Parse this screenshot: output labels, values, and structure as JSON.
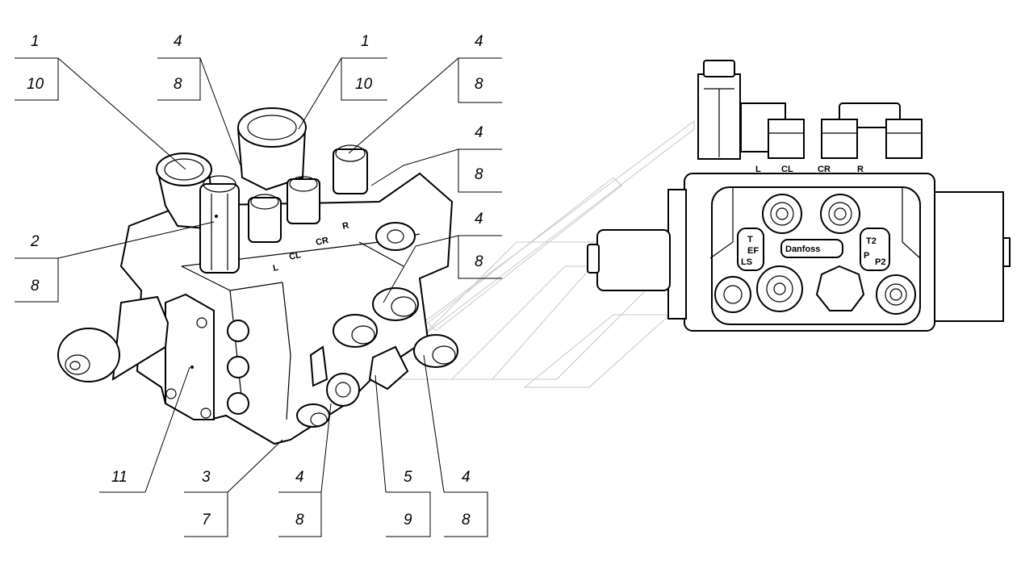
{
  "callouts": [
    {
      "top": "1",
      "bottom": "10"
    },
    {
      "top": "4",
      "bottom": "8"
    },
    {
      "top": "1",
      "bottom": "10"
    },
    {
      "top": "4",
      "bottom": "8"
    },
    {
      "top": "4",
      "bottom": "8"
    },
    {
      "top": "4",
      "bottom": "8"
    },
    {
      "top": "2",
      "bottom": "8"
    },
    {
      "top": "11",
      "bottom": ""
    },
    {
      "top": "3",
      "bottom": "7"
    },
    {
      "top": "4",
      "bottom": "8"
    },
    {
      "top": "5",
      "bottom": "9"
    },
    {
      "top": "4",
      "bottom": "8"
    }
  ],
  "port_labels": {
    "left_view": [
      "L",
      "CL",
      "CR",
      "R"
    ],
    "right_view": [
      "L",
      "CL",
      "CR",
      "R"
    ]
  },
  "side_labels": {
    "t": "T",
    "ef": "EF",
    "ls": "LS",
    "t2": "T2",
    "p": "P",
    "p2": "P2"
  },
  "brand": "Danfoss"
}
